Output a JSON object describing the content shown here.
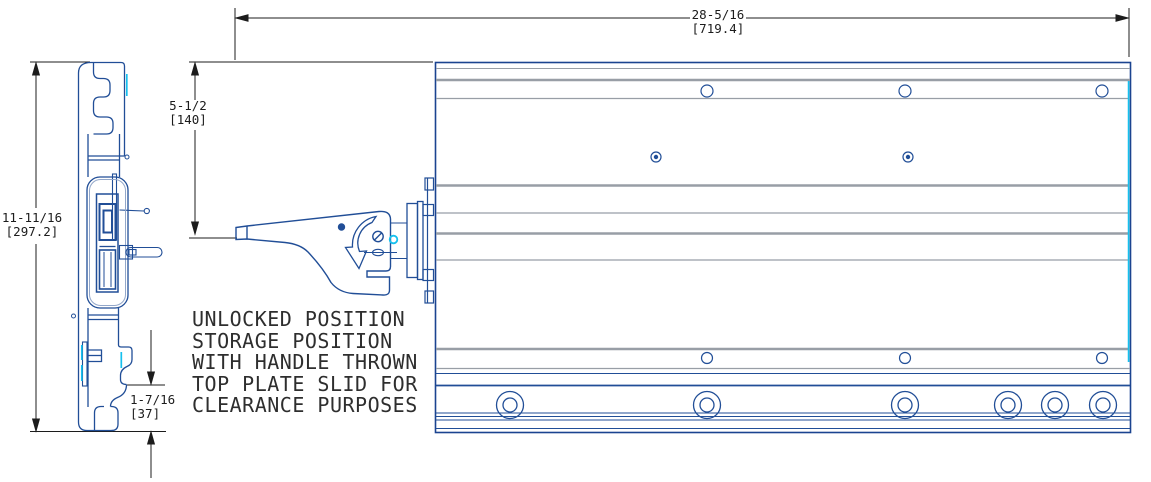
{
  "drawing": {
    "title": "slide-rail-assembly-technical-drawing",
    "dimensions": {
      "overall_width": {
        "imperial": "28-5/16",
        "metric": "[719.4]"
      },
      "overall_height": {
        "imperial": "11-11/16",
        "metric": "[297.2]"
      },
      "handle_offset": {
        "imperial": "5-1/2",
        "metric": "[140]"
      },
      "bottom_offset": {
        "imperial": "1-7/16",
        "metric": "[37]"
      }
    },
    "note_lines": [
      "UNLOCKED POSITION",
      "STORAGE POSITION",
      "WITH HANDLE THROWN",
      "TOP PLATE SLID FOR",
      "CLEARANCE PURPOSES"
    ],
    "colors": {
      "part_line_blue": "#214e97",
      "secondary_line_gray": "#989ea6",
      "highlight_cyan": "#16c0ee",
      "dimension_black": "#1c1c1c",
      "inner_outline_blue_gray": "#93a7c9"
    }
  }
}
